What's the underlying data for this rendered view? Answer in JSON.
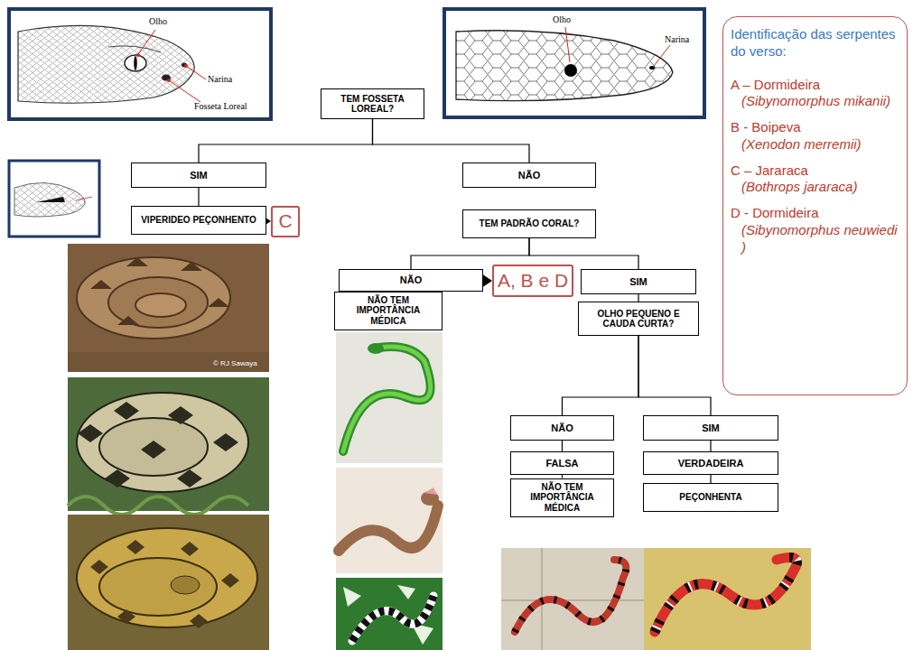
{
  "diagram": {
    "nodes": [
      {
        "text": [
          "TEM FOSSETA LOREAL?"
        ]
      },
      {
        "text": [
          "SIM"
        ]
      },
      {
        "text": [
          "NÃO"
        ]
      },
      {
        "text": [
          "VIPERIDEO PEÇONHENTO"
        ]
      },
      {
        "text": [
          "C"
        ]
      },
      {
        "text": [
          "TEM PADRÃO CORAL?"
        ]
      },
      {
        "text": [
          "NÃO"
        ]
      },
      {
        "text": [
          "A, B e D"
        ]
      },
      {
        "text": [
          "NÃO TEM IMPORTÂNCIA MÉDICA"
        ]
      },
      {
        "text": [
          "SIM"
        ]
      },
      {
        "text": [
          "OLHO PEQUENO E CAUDA CURTA?"
        ]
      },
      {
        "text": [
          "NÃO"
        ]
      },
      {
        "text": [
          "SIM"
        ]
      },
      {
        "text": [
          "FALSA"
        ]
      },
      {
        "text": [
          "VERDADEIRA"
        ]
      },
      {
        "text": [
          "NÃO TEM IMPORTÂNCIA MÉDICA"
        ]
      },
      {
        "text": [
          "PEÇONHENTA"
        ]
      },
      {
        "text": [
          "Identificação das serpentes do verso:",
          "A – Dormideira",
          "(Sibynomorphus mikanii)",
          "B - Boipeva",
          "(Xenodon merremii)",
          "C – Jararaca",
          "(Bothrops jararaca)",
          "D - Dormideira",
          "(Sibynomorphus neuwiedi )"
        ]
      }
    ],
    "edges": [
      {
        "from": 0,
        "to": 1,
        "arrow": "none"
      },
      {
        "from": 0,
        "to": 2,
        "arrow": "none"
      },
      {
        "from": 1,
        "to": 3,
        "arrow": "none"
      },
      {
        "from": 3,
        "to": 4,
        "arrow": "to"
      },
      {
        "from": 5,
        "to": 6,
        "arrow": "none"
      },
      {
        "from": 5,
        "to": 9,
        "arrow": "none"
      },
      {
        "from": 6,
        "to": 7,
        "arrow": "to"
      },
      {
        "from": 9,
        "to": 10,
        "arrow": "none"
      },
      {
        "from": 10,
        "to": 11,
        "arrow": "none"
      },
      {
        "from": 10,
        "to": 12,
        "arrow": "none"
      },
      {
        "from": 11,
        "to": 13,
        "arrow": "none"
      },
      {
        "from": 13,
        "to": 15,
        "arrow": "none"
      },
      {
        "from": 12,
        "to": 14,
        "arrow": "none"
      },
      {
        "from": 14,
        "to": 16,
        "arrow": "none"
      }
    ],
    "labels": [
      "Olho",
      "Narina",
      "Fosseta Loreal",
      "Olho",
      "Narina",
      "© RJ Sawaya"
    ]
  }
}
